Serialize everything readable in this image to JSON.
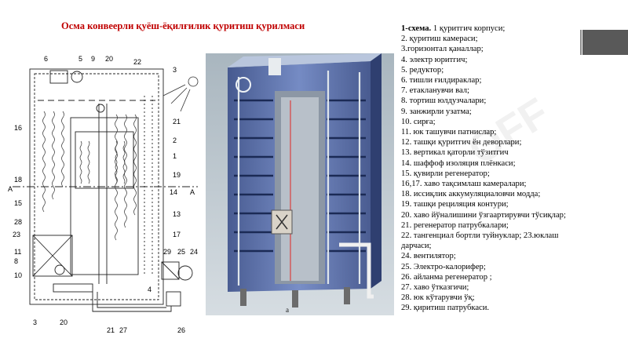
{
  "title": "Осма конвеерли қуёш-ёқилғилик  қуритиш қурилмаси",
  "diagram": {
    "labels": [
      "6",
      "5",
      "9",
      "20",
      "22",
      "3",
      "16",
      "21",
      "2",
      "1",
      "19",
      "18",
      "А",
      "14",
      "А",
      "15",
      "13",
      "28",
      "23",
      "17",
      "11",
      "8",
      "10",
      "29",
      "25",
      "24",
      "3",
      "20",
      "21",
      "27",
      "26",
      "4"
    ]
  },
  "photo": {
    "caption": "а"
  },
  "legend": {
    "heading": "1-схема.",
    "first": " 1 қуритгич корпуси;",
    "items": [
      " 2. қуритиш камераси;",
      " 3.горизонтал қаналлар;",
      "4. электр юритгич;",
      "5. редуктор;",
      "6. тишли ғилдираклар;",
      "7. етакланувчи вал;",
      " 8. тортиш юлдузчалари;",
      "9. занжирли узатма;",
      "10. сирға;",
      "11. юк ташувчи патнислар;",
      "12. ташқи қуритгич ён деворлари;",
      "13. вертикал қаторли  тўзитгич",
      "14. шаффоф изоляция плёнкаси;",
      "15. қувирли регенератор;",
      "16,17. хаво тақсимлаш камералари;",
      "18. иссиқлик аккумуляциаловчи  модда;",
      "19. ташқи рециляция контури;",
      "20. хаво йўналишини ўзгаартирувчи тўсиқлар;",
      "21. регенератор патрубкалари;",
      "22.  тангенциал бортли туйнуклар;   23.юклаш дарчаси;",
      "24. вентилятор;",
      "25. Электро-калорифер;",
      "26. айланма  регенератор ;",
      " 27. хаво ўтказгичи;",
      "28. юк кўтарувчи ўқ;",
      "29. қиритиш патрубкаси."
    ]
  },
  "watermark": "OFF"
}
